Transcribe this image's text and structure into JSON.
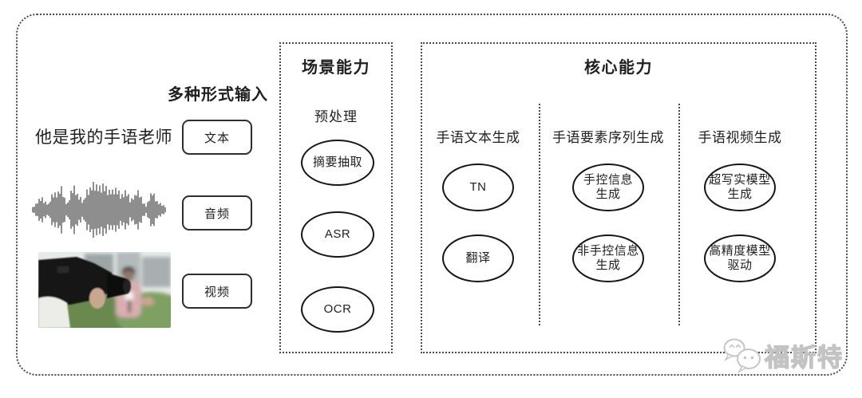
{
  "input_section": {
    "heading": "多种形式输入",
    "sample_text": "他是我的手语老师",
    "items": [
      {
        "label": "文本"
      },
      {
        "label": "音频"
      },
      {
        "label": "视频"
      }
    ]
  },
  "scene_box": {
    "title": "场景能力",
    "subtitle": "预处理",
    "nodes": [
      "摘要抽取",
      "ASR",
      "OCR"
    ]
  },
  "core_box": {
    "title": "核心能力",
    "columns": [
      {
        "header": "手语文本生成",
        "nodes": [
          "TN",
          "翻译"
        ]
      },
      {
        "header": "手语要素序列生成",
        "nodes": [
          "手控信息\n生成",
          "非手控信息\n生成"
        ]
      },
      {
        "header": "手语视频生成",
        "nodes": [
          "超写实模型\n生成",
          "高精度模型\n驱动"
        ]
      }
    ]
  },
  "watermark": {
    "icon": "chat-bubbles-icon",
    "text": "福斯特"
  },
  "colors": {
    "ink": "#1f1f1f",
    "dotted_border": "#4a4a4a",
    "watermark_gray": "#c3c3c3"
  }
}
